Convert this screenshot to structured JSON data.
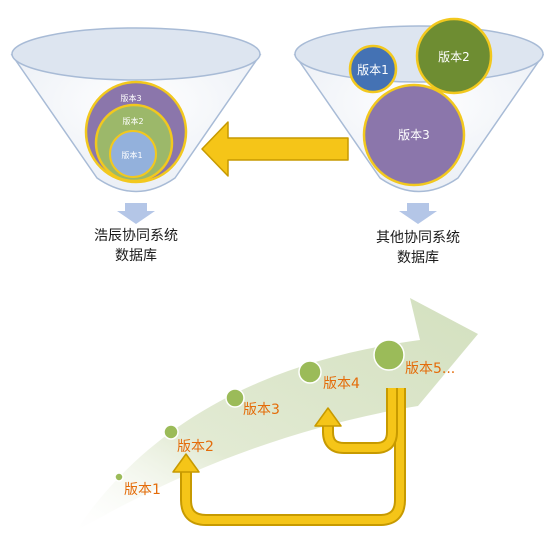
{
  "left_funnel": {
    "caption_line1": "浩辰协同系统",
    "caption_line2": "数据库",
    "circles": [
      "版本3",
      "版本2",
      "版本1"
    ]
  },
  "right_funnel": {
    "caption_line1": "其他协同系统",
    "caption_line2": "数据库",
    "circles": [
      "版本1",
      "版本2",
      "版本3"
    ]
  },
  "timeline": {
    "points": [
      "版本1",
      "版本2",
      "版本3",
      "版本4",
      "版本5..."
    ]
  },
  "colors": {
    "funnel_fill": "#eef2f8",
    "funnel_rim": "#dde5f0",
    "funnel_stroke": "#a8bbd6",
    "circle_blue": "#4f81bd",
    "circle_green": "#77933c",
    "circle_purple": "#8064a2",
    "circle_outline": "#f2c81e",
    "arrow_yellow": "#f5c518",
    "arrow_yellow_dark": "#c79a00",
    "down_arrow": "#b4c6e7",
    "timeline_band": "#dfe8cf",
    "dot_green": "#9bbb59",
    "label_orange": "#e46c0a"
  }
}
